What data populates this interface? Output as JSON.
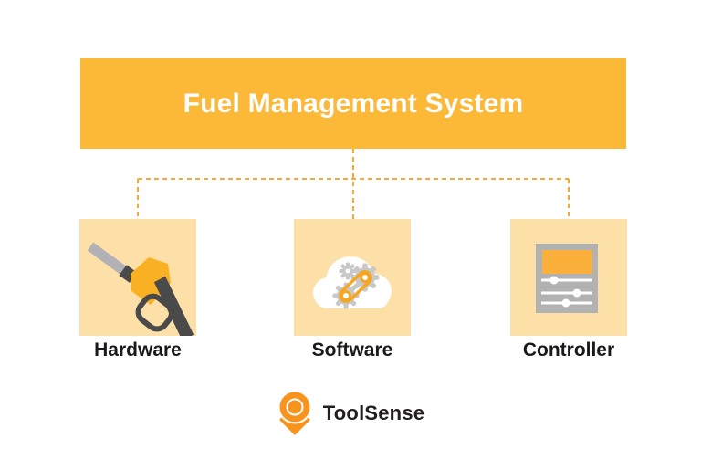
{
  "diagram": {
    "title": "Fuel Management System",
    "nodes": [
      {
        "label": "Hardware",
        "icon": "fuel-nozzle-icon"
      },
      {
        "label": "Software",
        "icon": "cloud-gears-icon"
      },
      {
        "label": "Controller",
        "icon": "controller-sliders-icon"
      }
    ]
  },
  "footer": {
    "brand": "ToolSense",
    "logo_icon": "map-pin-icon"
  },
  "colors": {
    "header_bg": "#FCB938",
    "node_bg": "#FDDFA8",
    "connector": "#F5A93B",
    "logo_orange": "#F7941E",
    "title_text": "#FFFFFF",
    "label_text": "#1A1A1A",
    "brand_text": "#231F20"
  }
}
